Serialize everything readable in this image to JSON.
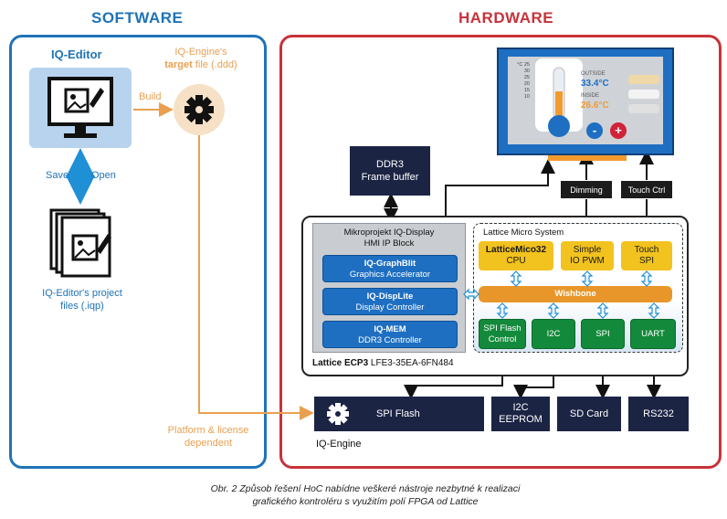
{
  "headers": {
    "software": "SOFTWARE",
    "hardware": "HARDWARE"
  },
  "software": {
    "editor_title": "IQ-Editor",
    "target_line1": "IQ-Engine's",
    "target_bold": "target",
    "target_rest": " file (.ddd)",
    "build": "Build",
    "save": "Save",
    "open": "Open",
    "project_files_line1": "IQ-Editor's project",
    "project_files_line2": "files (.iqp)",
    "platform_line1": "Platform & license",
    "platform_line2": "dependent"
  },
  "display": {
    "scale": [
      "°C 25",
      "30",
      "25",
      "20",
      "15",
      "10"
    ],
    "outside_label": "OUTSIDE",
    "outside_value": "33.4°C",
    "inside_label": "INSIDE",
    "inside_value": "26.6°C",
    "minus": "-",
    "plus": "+"
  },
  "hardware": {
    "ddr3_line1": "DDR3",
    "ddr3_line2": "Frame buffer",
    "dimming": "Dimming",
    "touch_ctrl": "Touch Ctrl",
    "ip_block_line1": "Mikroprojekt IQ-Display",
    "ip_block_line2": "HMI IP Block",
    "graphblit_title": "IQ-GraphBlit",
    "graphblit_sub": "Graphics Accelerator",
    "displite_title": "IQ-DispLite",
    "displite_sub": "Display Controller",
    "mem_title": "IQ-MEM",
    "mem_sub": "DDR3 Controller",
    "lms_title": "Lattice Micro System",
    "cpu_line1": "LatticeMico32",
    "cpu_line2": "CPU",
    "pwm_line1": "Simple",
    "pwm_line2": "IO PWM",
    "touch_line1": "Touch",
    "touch_line2": "SPI",
    "wishbone": "Wishbone",
    "spi_flash_ctrl_line1": "SPI Flash",
    "spi_flash_ctrl_line2": "Control",
    "i2c": "I2C",
    "spi": "SPI",
    "uart": "UART",
    "fpga_bold": "Lattice ECP3",
    "fpga_rest": " LFE3-35EA-6FN484",
    "spi_flash": "SPI Flash",
    "i2c_eeprom_line1": "I2C",
    "i2c_eeprom_line2": "EEPROM",
    "sd_card": "SD Card",
    "rs232": "RS232",
    "iq_engine": "IQ-Engine"
  },
  "caption": {
    "line1": "Obr. 2  Způsob řešení HoC nabídne veškeré nástroje nezbytné k realizaci",
    "line2": "grafického kontroléru s využitím polí FPGA od Lattice"
  },
  "colors": {
    "software_blue": "#1f73b7",
    "hardware_red": "#c8323a",
    "build_orange": "#e8a050",
    "navy": "#1c2444",
    "yellow": "#f2c21e",
    "green": "#138a3b",
    "wishbone_orange": "#e8962a"
  }
}
